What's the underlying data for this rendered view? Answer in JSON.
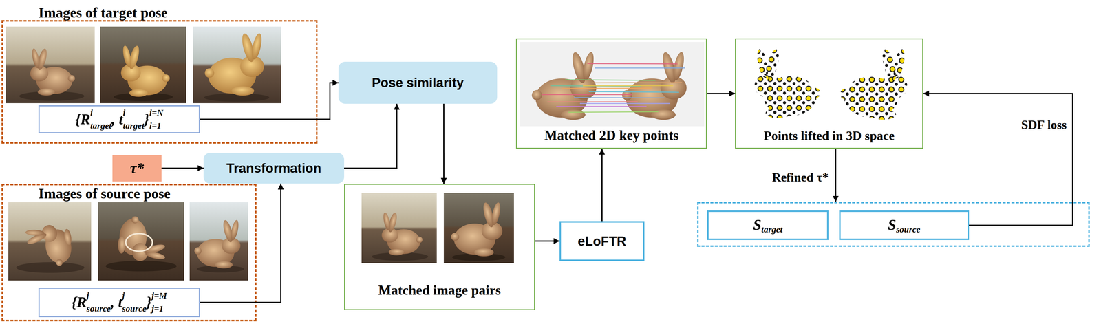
{
  "diagram": {
    "nodes": [
      {
        "text": [
          "Images of target pose"
        ]
      },
      {
        "text": [
          "{R",
          "i",
          "target",
          ", t",
          "i",
          "target",
          "}",
          "i=N",
          "i=1"
        ],
        "in": 0
      },
      {
        "text": [
          "τ*"
        ]
      },
      {
        "text": [
          "Transformation"
        ]
      },
      {
        "text": [
          "Pose similarity"
        ]
      },
      {
        "text": [
          "Images of source pose"
        ]
      },
      {
        "text": [
          "{R",
          "j",
          "source",
          ", t",
          "j",
          "source",
          "}",
          "j=M",
          "j=1"
        ],
        "in": 5
      },
      {
        "text": [
          "Matched image pairs"
        ]
      },
      {
        "text": [
          "eLoFTR"
        ]
      },
      {
        "text": [
          "Matched 2D key points"
        ]
      },
      {
        "text": [
          "Points lifted in 3D space"
        ]
      },
      {
        "text": []
      },
      {
        "text": [
          "S",
          "target"
        ],
        "in": 11
      },
      {
        "text": [
          "S",
          "source"
        ],
        "in": 11
      }
    ],
    "edges": [
      {
        "from": 1,
        "to": 4,
        "arrow": "to"
      },
      {
        "from": 2,
        "to": 3,
        "arrow": "to"
      },
      {
        "from": 6,
        "to": 3,
        "arrow": "to"
      },
      {
        "from": 3,
        "to": 4,
        "arrow": "to"
      },
      {
        "from": 4,
        "to": 7,
        "arrow": "to"
      },
      {
        "from": 7,
        "to": 8,
        "arrow": "to"
      },
      {
        "from": 8,
        "to": 9,
        "arrow": "to"
      },
      {
        "from": 9,
        "to": 10,
        "arrow": "to"
      },
      {
        "from": 10,
        "to": 11,
        "label": "Refined τ*",
        "arrow": "to"
      },
      {
        "from": 13,
        "to": 10,
        "label": "SDF loss",
        "arrow": "to"
      }
    ]
  }
}
